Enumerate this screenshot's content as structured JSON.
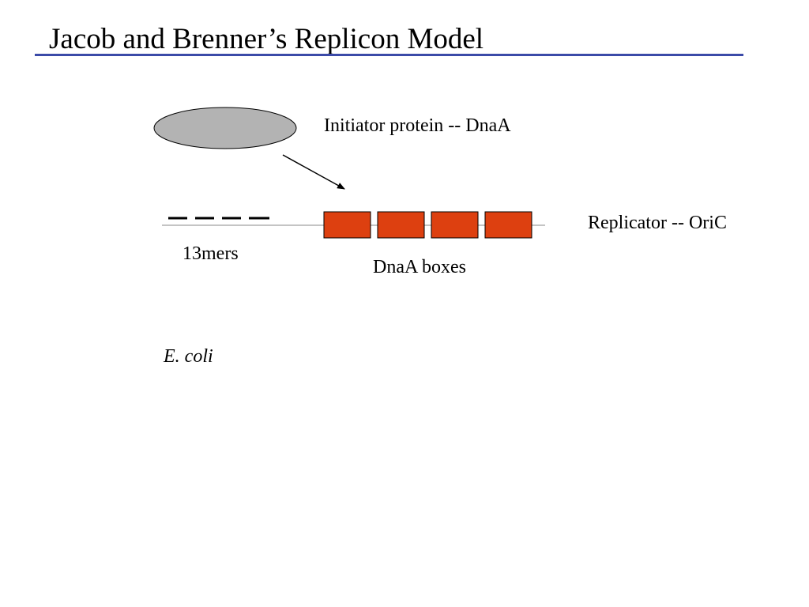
{
  "slide": {
    "title": "Jacob and Brenner’s Replicon Model"
  },
  "diagram": {
    "initiator_label": "Initiator protein -- DnaA",
    "replicator_label": "Replicator -- OriC",
    "thirteenmers_label": "13mers",
    "dnaa_boxes_label": "DnaA boxes",
    "organism_label": "E. coli",
    "thirteenmer_count": 4,
    "dnaa_box_count": 4
  },
  "colors": {
    "title_rule": "#3b4aa8",
    "protein_fill": "#b3b3b3",
    "box_fill": "#dd4010",
    "dna_line": "#888888"
  }
}
